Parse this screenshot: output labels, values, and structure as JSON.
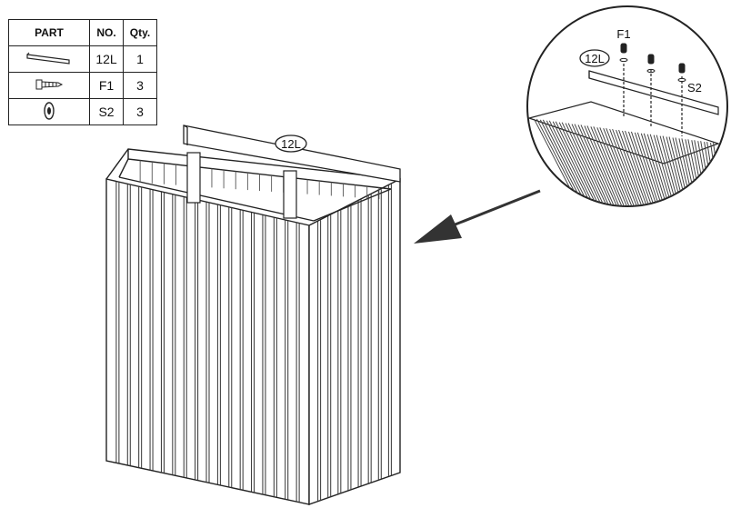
{
  "parts_table": {
    "headers": {
      "part": "PART",
      "no": "NO.",
      "qty": "Qty."
    },
    "rows": [
      {
        "icon": "panel-strip-icon",
        "no": "12L",
        "qty": "1"
      },
      {
        "icon": "screw-icon",
        "no": "F1",
        "qty": "3"
      },
      {
        "icon": "washer-icon",
        "no": "S2",
        "qty": "3"
      }
    ]
  },
  "main_view": {
    "part_label": "12L"
  },
  "detail_view": {
    "part_label": "12L",
    "screw_label": "F1",
    "washer_label": "S2"
  }
}
